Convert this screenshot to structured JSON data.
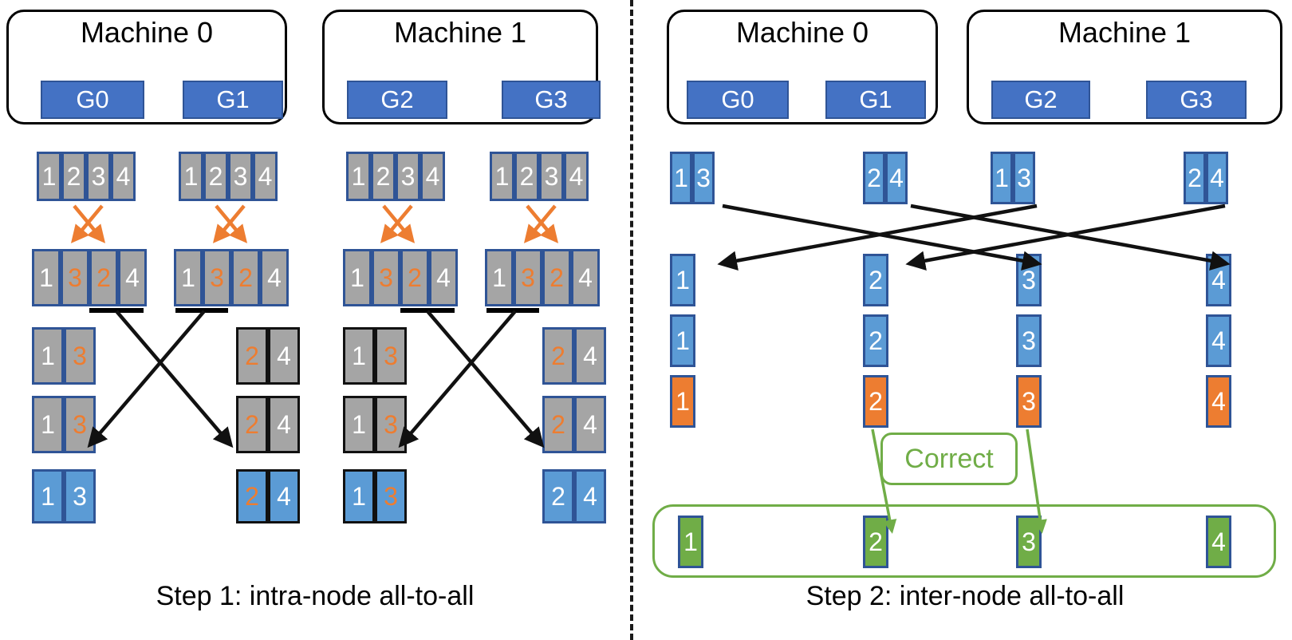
{
  "figure": {
    "title": "Two-step hierarchical all-to-all communication",
    "colors": {
      "gpu_blue": "#4472C4",
      "navy_border": "#2F5496",
      "gray": "#A5A5A5",
      "light_blue": "#5B9BD5",
      "orange": "#ED7D31",
      "green": "#70AD47",
      "black": "#111111"
    }
  },
  "left_panel": {
    "caption": "Step 1: intra-node all-to-all",
    "machines": [
      {
        "name": "Machine 0",
        "gpus": [
          "G0",
          "G1"
        ]
      },
      {
        "name": "Machine 1",
        "gpus": [
          "G2",
          "G3"
        ]
      }
    ],
    "row_input": [
      {
        "values": [
          "1",
          "2",
          "3",
          "4"
        ],
        "colors": [
          "white",
          "white",
          "white",
          "white"
        ]
      },
      {
        "values": [
          "1",
          "2",
          "3",
          "4"
        ],
        "colors": [
          "white",
          "white",
          "white",
          "white"
        ]
      },
      {
        "values": [
          "1",
          "2",
          "3",
          "4"
        ],
        "colors": [
          "white",
          "white",
          "white",
          "white"
        ]
      },
      {
        "values": [
          "1",
          "2",
          "3",
          "4"
        ],
        "colors": [
          "white",
          "white",
          "white",
          "white"
        ]
      }
    ],
    "row_swapped": [
      {
        "values": [
          "1",
          "3",
          "2",
          "4"
        ],
        "colors": [
          "white",
          "orange",
          "orange",
          "white"
        ]
      },
      {
        "values": [
          "1",
          "3",
          "2",
          "4"
        ],
        "colors": [
          "white",
          "orange",
          "orange",
          "white"
        ]
      },
      {
        "values": [
          "1",
          "3",
          "2",
          "4"
        ],
        "colors": [
          "white",
          "orange",
          "orange",
          "white"
        ]
      },
      {
        "values": [
          "1",
          "3",
          "2",
          "4"
        ],
        "colors": [
          "white",
          "orange",
          "orange",
          "white"
        ]
      }
    ],
    "row_pairs_upper": [
      {
        "values": [
          "1",
          "3"
        ],
        "colors": [
          "white",
          "orange"
        ]
      },
      {
        "values": [
          "2",
          "4"
        ],
        "colors": [
          "orange",
          "white"
        ]
      },
      {
        "values": [
          "1",
          "3"
        ],
        "colors": [
          "white",
          "orange"
        ]
      },
      {
        "values": [
          "2",
          "4"
        ],
        "colors": [
          "orange",
          "white"
        ]
      }
    ],
    "row_pairs_lower": [
      {
        "values": [
          "1",
          "3"
        ],
        "colors": [
          "white",
          "orange"
        ]
      },
      {
        "values": [
          "2",
          "4"
        ],
        "colors": [
          "orange",
          "white"
        ]
      },
      {
        "values": [
          "1",
          "3"
        ],
        "colors": [
          "white",
          "orange"
        ]
      },
      {
        "values": [
          "2",
          "4"
        ],
        "colors": [
          "orange",
          "white"
        ]
      }
    ],
    "row_result": [
      {
        "values": [
          "1",
          "3"
        ],
        "colors": [
          "white",
          "white"
        ]
      },
      {
        "values": [
          "2",
          "4"
        ],
        "colors": [
          "orange",
          "white"
        ]
      },
      {
        "values": [
          "1",
          "3"
        ],
        "colors": [
          "white",
          "orange"
        ]
      },
      {
        "values": [
          "2",
          "4"
        ],
        "colors": [
          "white",
          "white"
        ]
      }
    ]
  },
  "right_panel": {
    "caption": "Step 2: inter-node all-to-all",
    "machines": [
      {
        "name": "Machine 0",
        "gpus": [
          "G0",
          "G1"
        ]
      },
      {
        "name": "Machine 1",
        "gpus": [
          "G2",
          "G3"
        ]
      }
    ],
    "row_input": [
      {
        "values": [
          "1",
          "3"
        ]
      },
      {
        "values": [
          "2",
          "4"
        ]
      },
      {
        "values": [
          "1",
          "3"
        ]
      },
      {
        "values": [
          "2",
          "4"
        ]
      }
    ],
    "row_blue_1": [
      "1",
      "2",
      "3",
      "4"
    ],
    "row_blue_2": [
      "1",
      "2",
      "3",
      "4"
    ],
    "row_orange": [
      "1",
      "2",
      "3",
      "4"
    ],
    "row_green": [
      "1",
      "2",
      "3",
      "4"
    ],
    "callout": "Correct"
  }
}
